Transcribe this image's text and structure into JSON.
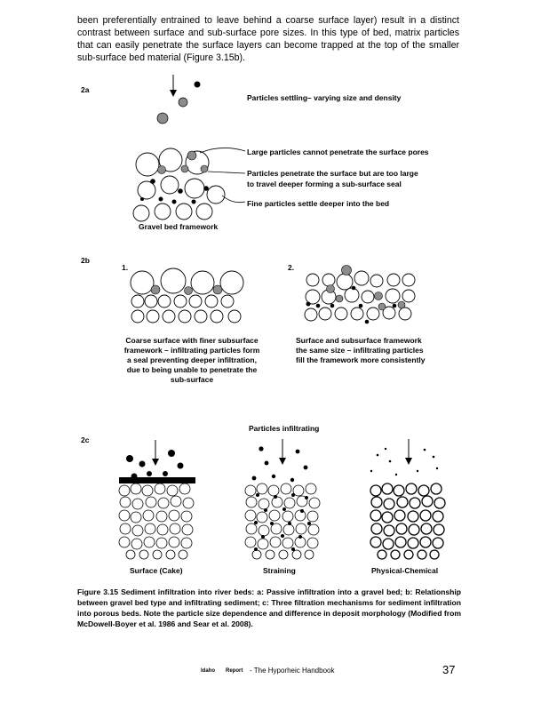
{
  "intro_paragraph": "been preferentially entrained to leave behind a coarse surface layer) result in a distinct contrast between surface and sub-surface pore sizes. In this type of bed, matrix particles that can easily penetrate the surface layers can become trapped at the top of the smaller sub-surface bed material (Figure 3.15b).",
  "panel_2a": {
    "label": "2a",
    "settling_label": "Particles settling– varying size and density",
    "large_label": "Large particles cannot penetrate the surface pores",
    "penetrate_label_1": "Particles penetrate the surface but are too large",
    "penetrate_label_2": "to travel deeper forming a sub-surface seal",
    "fine_label": "Fine particles settle deeper into the bed",
    "framework_label": "Gravel bed framework"
  },
  "panel_2b": {
    "label": "2b",
    "num_1": "1.",
    "num_2": "2.",
    "desc_1_lines": [
      "Coarse surface with finer subsurface",
      "framework – infiltrating particles form",
      "a seal preventing deeper infiltration,",
      "due to being unable to penetrate the",
      "sub-surface"
    ],
    "desc_2_lines": [
      "Surface and subsurface framework",
      "the same size – infiltrating particles",
      "fill the framework more consistently"
    ]
  },
  "panel_2c": {
    "label": "2c",
    "heading": "Particles infiltrating",
    "labels": [
      "Surface (Cake)",
      "Straining",
      "Physical-Chemical"
    ]
  },
  "caption": "Figure 3.15 Sediment infiltration into river beds: a: Passive infiltration into a gravel bed; b: Relationship between gravel bed type and infiltrating sediment; c: Three filtration mechanisms for sediment infiltration into porous beds. Note the particle size dependence and difference in deposit morphology (Modified from McDowell-Boyer et al. 1986 and Sear et al. 2008).",
  "footer": {
    "left1": "Idaho",
    "left2": "Report",
    "text": "- The Hyporheic Handbook",
    "page": "37"
  },
  "colors": {
    "grey_particle": "#8c8c8c",
    "ink": "#000000"
  }
}
